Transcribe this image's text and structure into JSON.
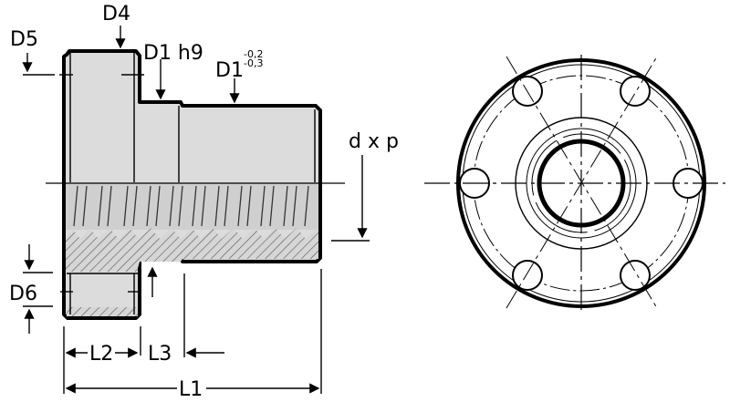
{
  "labels": {
    "d4": "D4",
    "d5": "D5",
    "d1_h9": "D1 h9",
    "d1_tol": "D1",
    "d1_tol_upper": "-0,2",
    "d1_tol_lower": "-0,3",
    "dxp": "d x p",
    "d6": "D6",
    "l1": "L1",
    "l2": "L2",
    "l3": "L3"
  }
}
